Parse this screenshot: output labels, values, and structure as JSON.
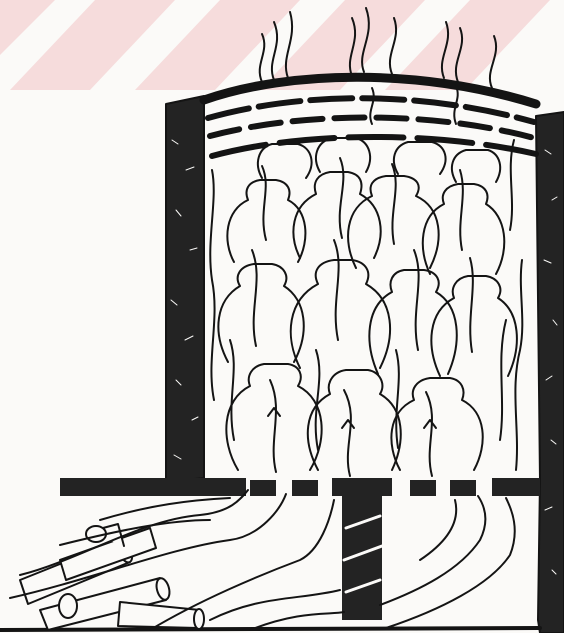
{
  "figure": {
    "subject": "kiln-cross-section",
    "colors": {
      "paper": "#fbfaf8",
      "ink": "#141414",
      "wall_fill": "#232323",
      "watermark": "#f6dcdc"
    },
    "parts": [
      "watermark-stripes",
      "kiln-left-wall",
      "kiln-right-wall",
      "kiln-roof",
      "perforated-floor",
      "support-pillar",
      "firebox-floor",
      "firewood-logs",
      "pots",
      "flame-lines",
      "smoke-wisps"
    ]
  }
}
